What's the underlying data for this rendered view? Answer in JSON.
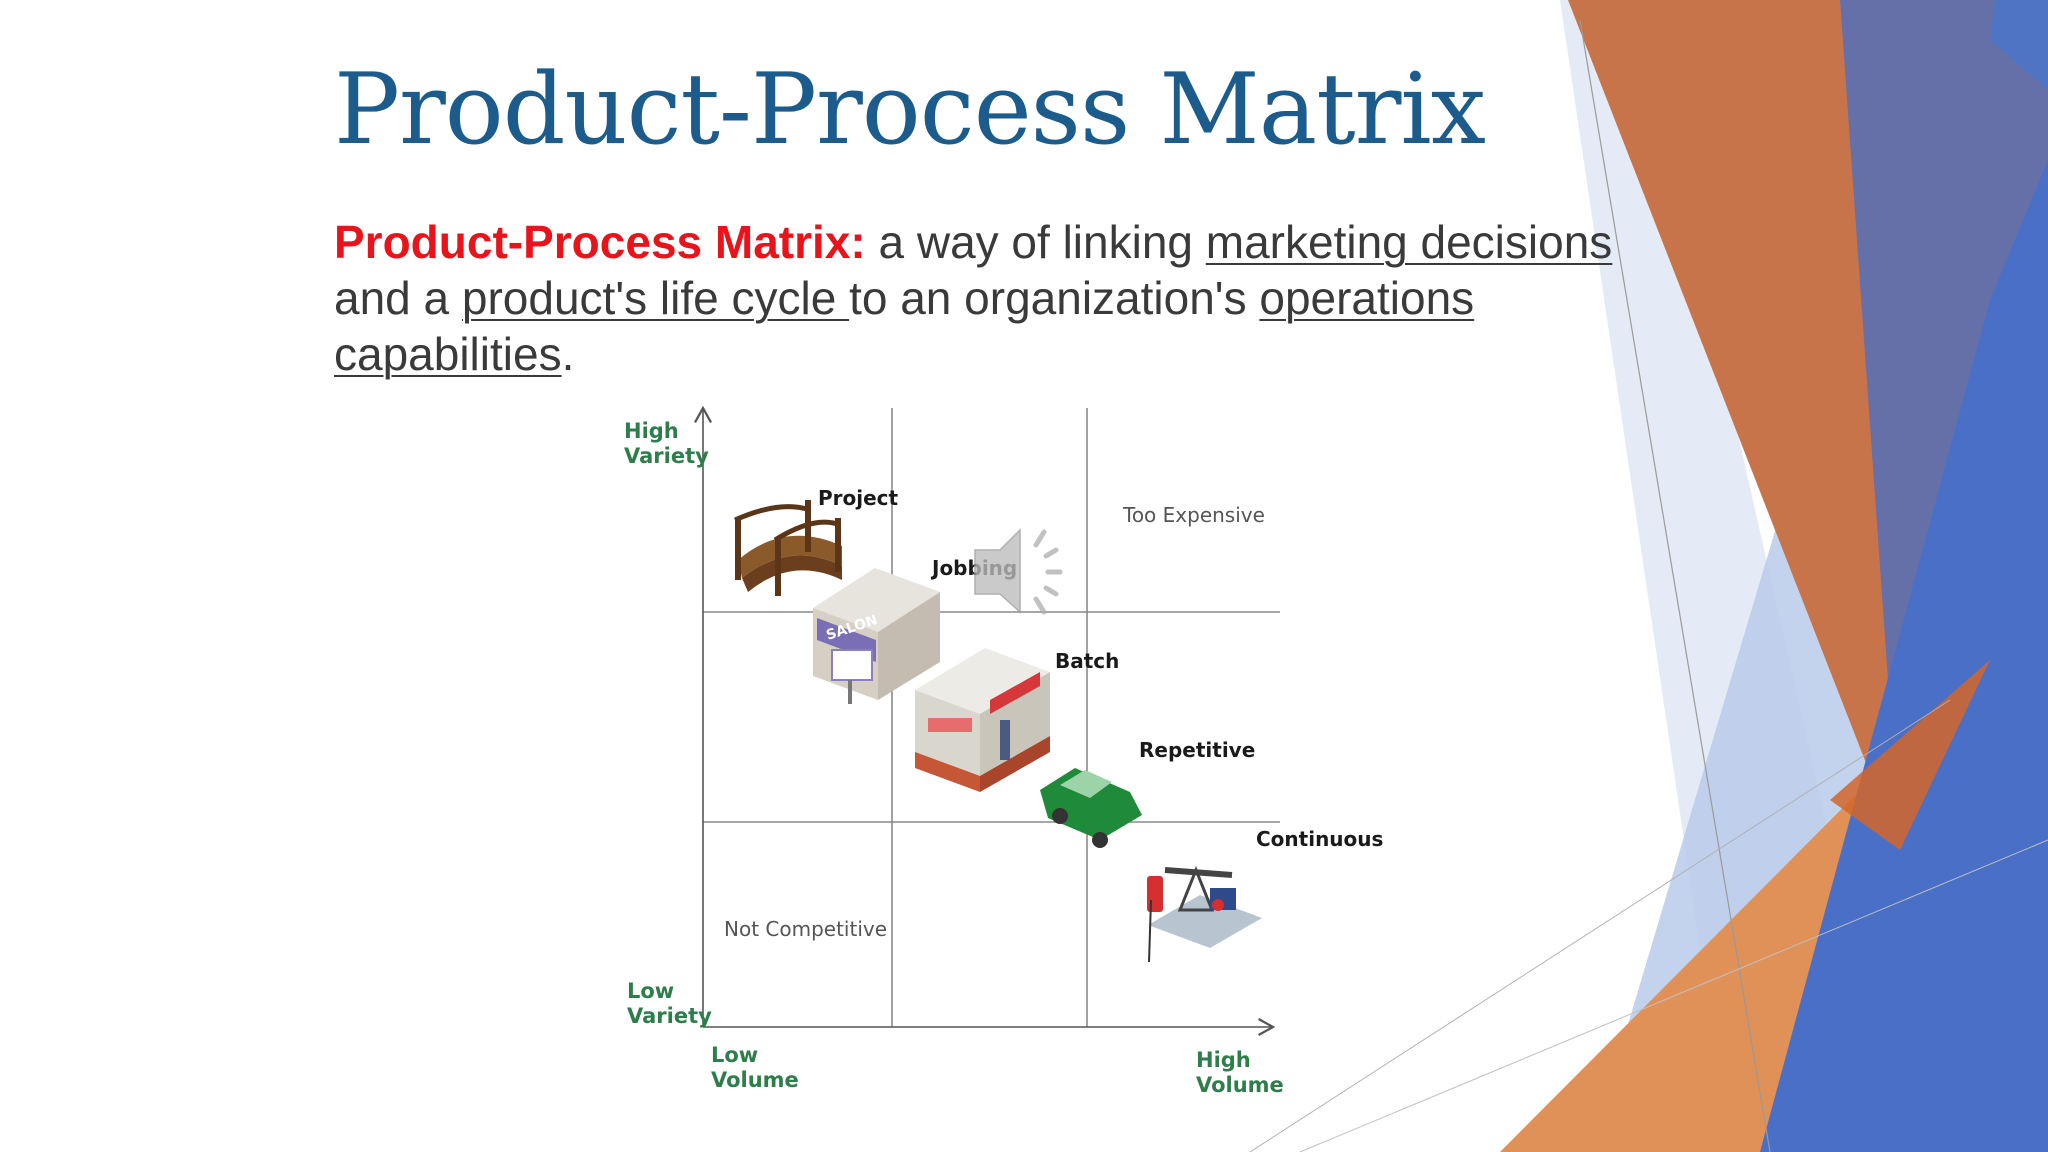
{
  "slide": {
    "title": "Product-Process Matrix",
    "definition": {
      "term": "Product-Process Matrix:",
      "text_1": " a way of linking ",
      "link_1": "marketing decisions",
      "text_2": " and a ",
      "link_2": "product's life cycle ",
      "text_3": "to an organization's ",
      "link_3": "operations capabilities",
      "text_4": "."
    }
  },
  "matrix": {
    "y_axis_top": [
      "High",
      "Variety"
    ],
    "y_axis_bottom": [
      "Low",
      "Variety"
    ],
    "x_axis_left": [
      "Low",
      "Volume"
    ],
    "x_axis_right": [
      "High",
      "Volume"
    ],
    "regions": {
      "top_right": "Too Expensive",
      "bottom_left": "Not Competitive"
    },
    "stages": [
      {
        "label": "Project",
        "icon": "bridge-icon"
      },
      {
        "label": "Jobbing",
        "icon": "salon-icon"
      },
      {
        "label": "Batch",
        "icon": "bakery-icon"
      },
      {
        "label": "Repetitive",
        "icon": "car-icon"
      },
      {
        "label": "Continuous",
        "icon": "oil-pump-icon"
      }
    ]
  },
  "colors": {
    "title": "#1c5c8c",
    "term": "#e8141b",
    "axis_labels": "#2e7d4a",
    "orange": "#d9733a",
    "blue": "#4f74c4",
    "light_blue": "#b8c8e8"
  }
}
